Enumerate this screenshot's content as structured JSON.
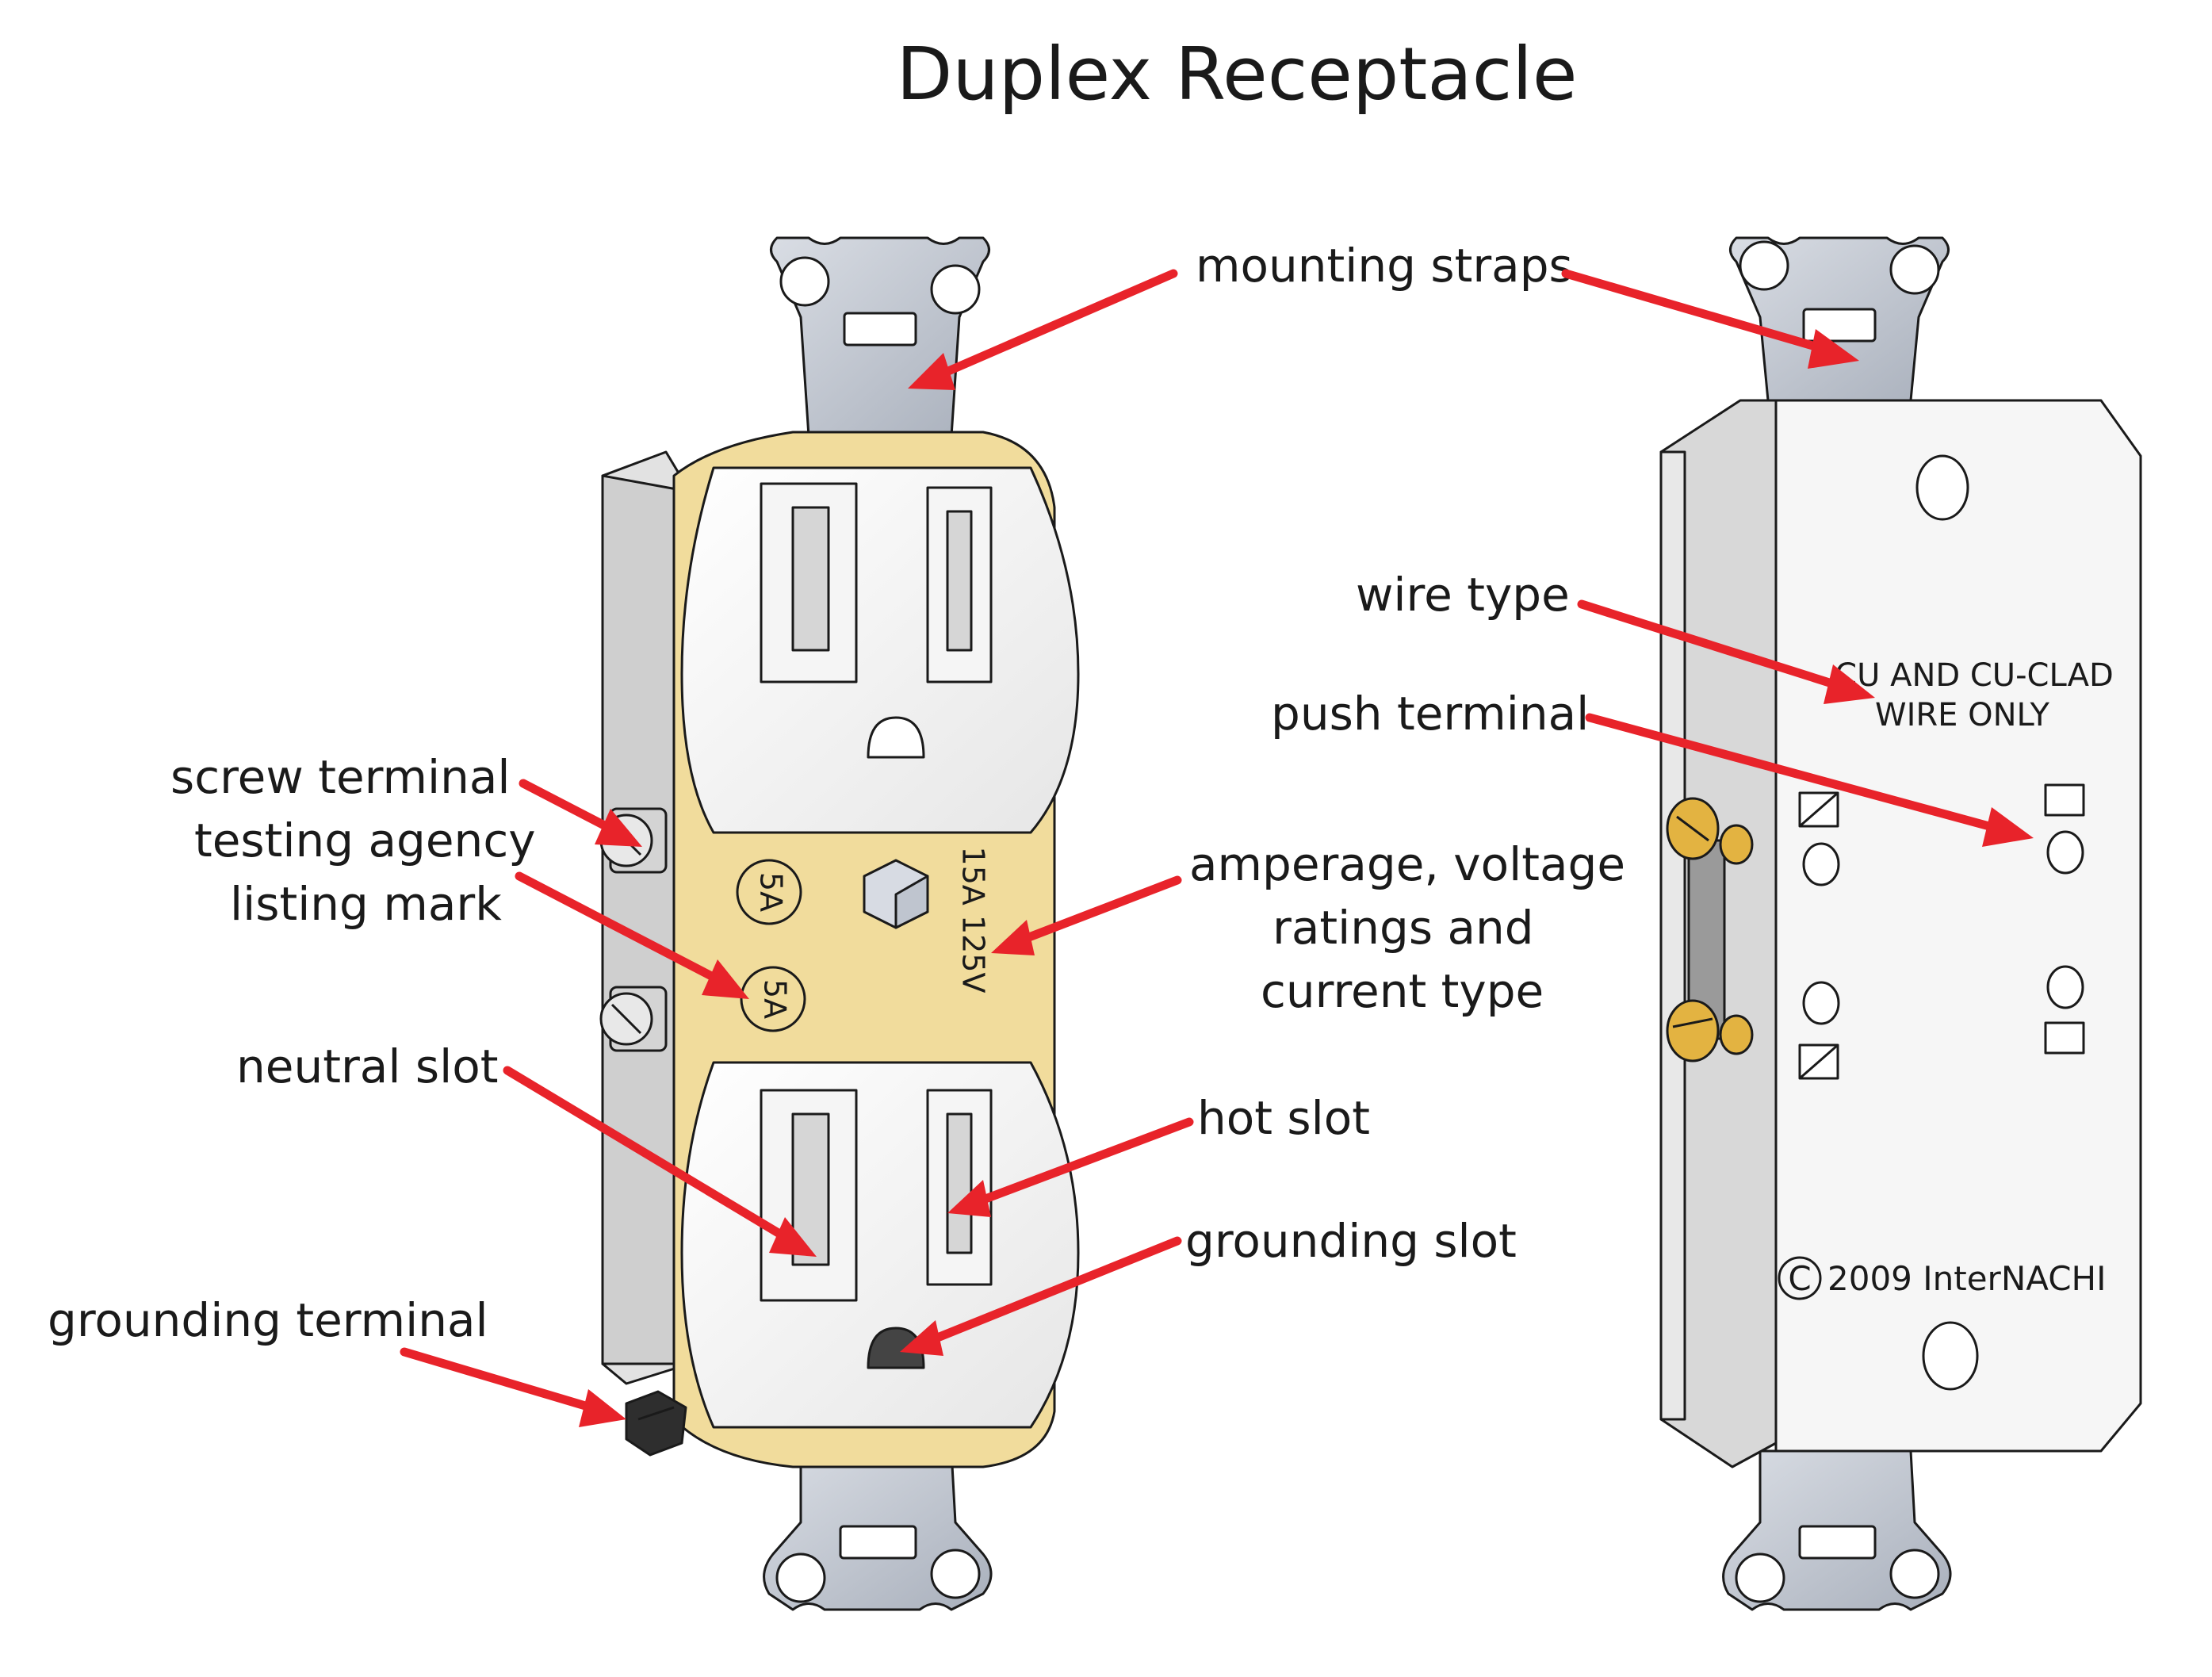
{
  "title": "Duplex Receptacle",
  "labels": {
    "mounting_straps": "mounting straps",
    "wire_type": "wire type",
    "push_terminal": "push terminal",
    "screw_terminal": "screw terminal",
    "testing_agency_line1": "testing agency",
    "testing_agency_line2": "listing mark",
    "amperage_line1": "amperage, voltage",
    "amperage_line2": "ratings and",
    "amperage_line3": "current type",
    "neutral_slot": "neutral slot",
    "hot_slot": "hot slot",
    "grounding_slot": "grounding slot",
    "grounding_terminal": "grounding terminal"
  },
  "markings": {
    "rating": "15A 125V",
    "listing_mark_upper": "5A",
    "listing_mark_lower": "5A",
    "wire_line1": "CU AND CU-CLAD",
    "wire_line2": "WIRE ONLY",
    "copyright": "2009 InterNACHI",
    "copyright_symbol": "C"
  },
  "colors": {
    "arrow": "#e8232a",
    "strap": "#c6cbd4",
    "yoke": "#f1dc9c",
    "body": "#f2f2f2",
    "side": "#dcdcdc",
    "terminal_brass": "#e3b341",
    "outline": "#1a1a1a"
  }
}
